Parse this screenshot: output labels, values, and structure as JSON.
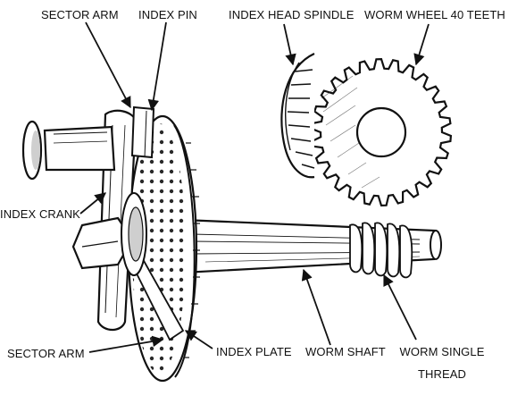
{
  "labels": {
    "sector_arm_top": "SECTOR ARM",
    "index_pin": "INDEX PIN",
    "index_head_spindle": "INDEX HEAD SPINDLE",
    "worm_wheel": "WORM WHEEL 40 TEETH",
    "index_crank": "INDEX CRANK",
    "sector_arm_bottom": "SECTOR ARM",
    "index_plate": "INDEX PLATE",
    "worm_shaft": "WORM SHAFT",
    "worm_single_line1": "WORM SINGLE",
    "worm_single_line2": "THREAD"
  },
  "colors": {
    "ink": "#111111",
    "paper": "#ffffff",
    "shade": "#cfcfcf"
  }
}
